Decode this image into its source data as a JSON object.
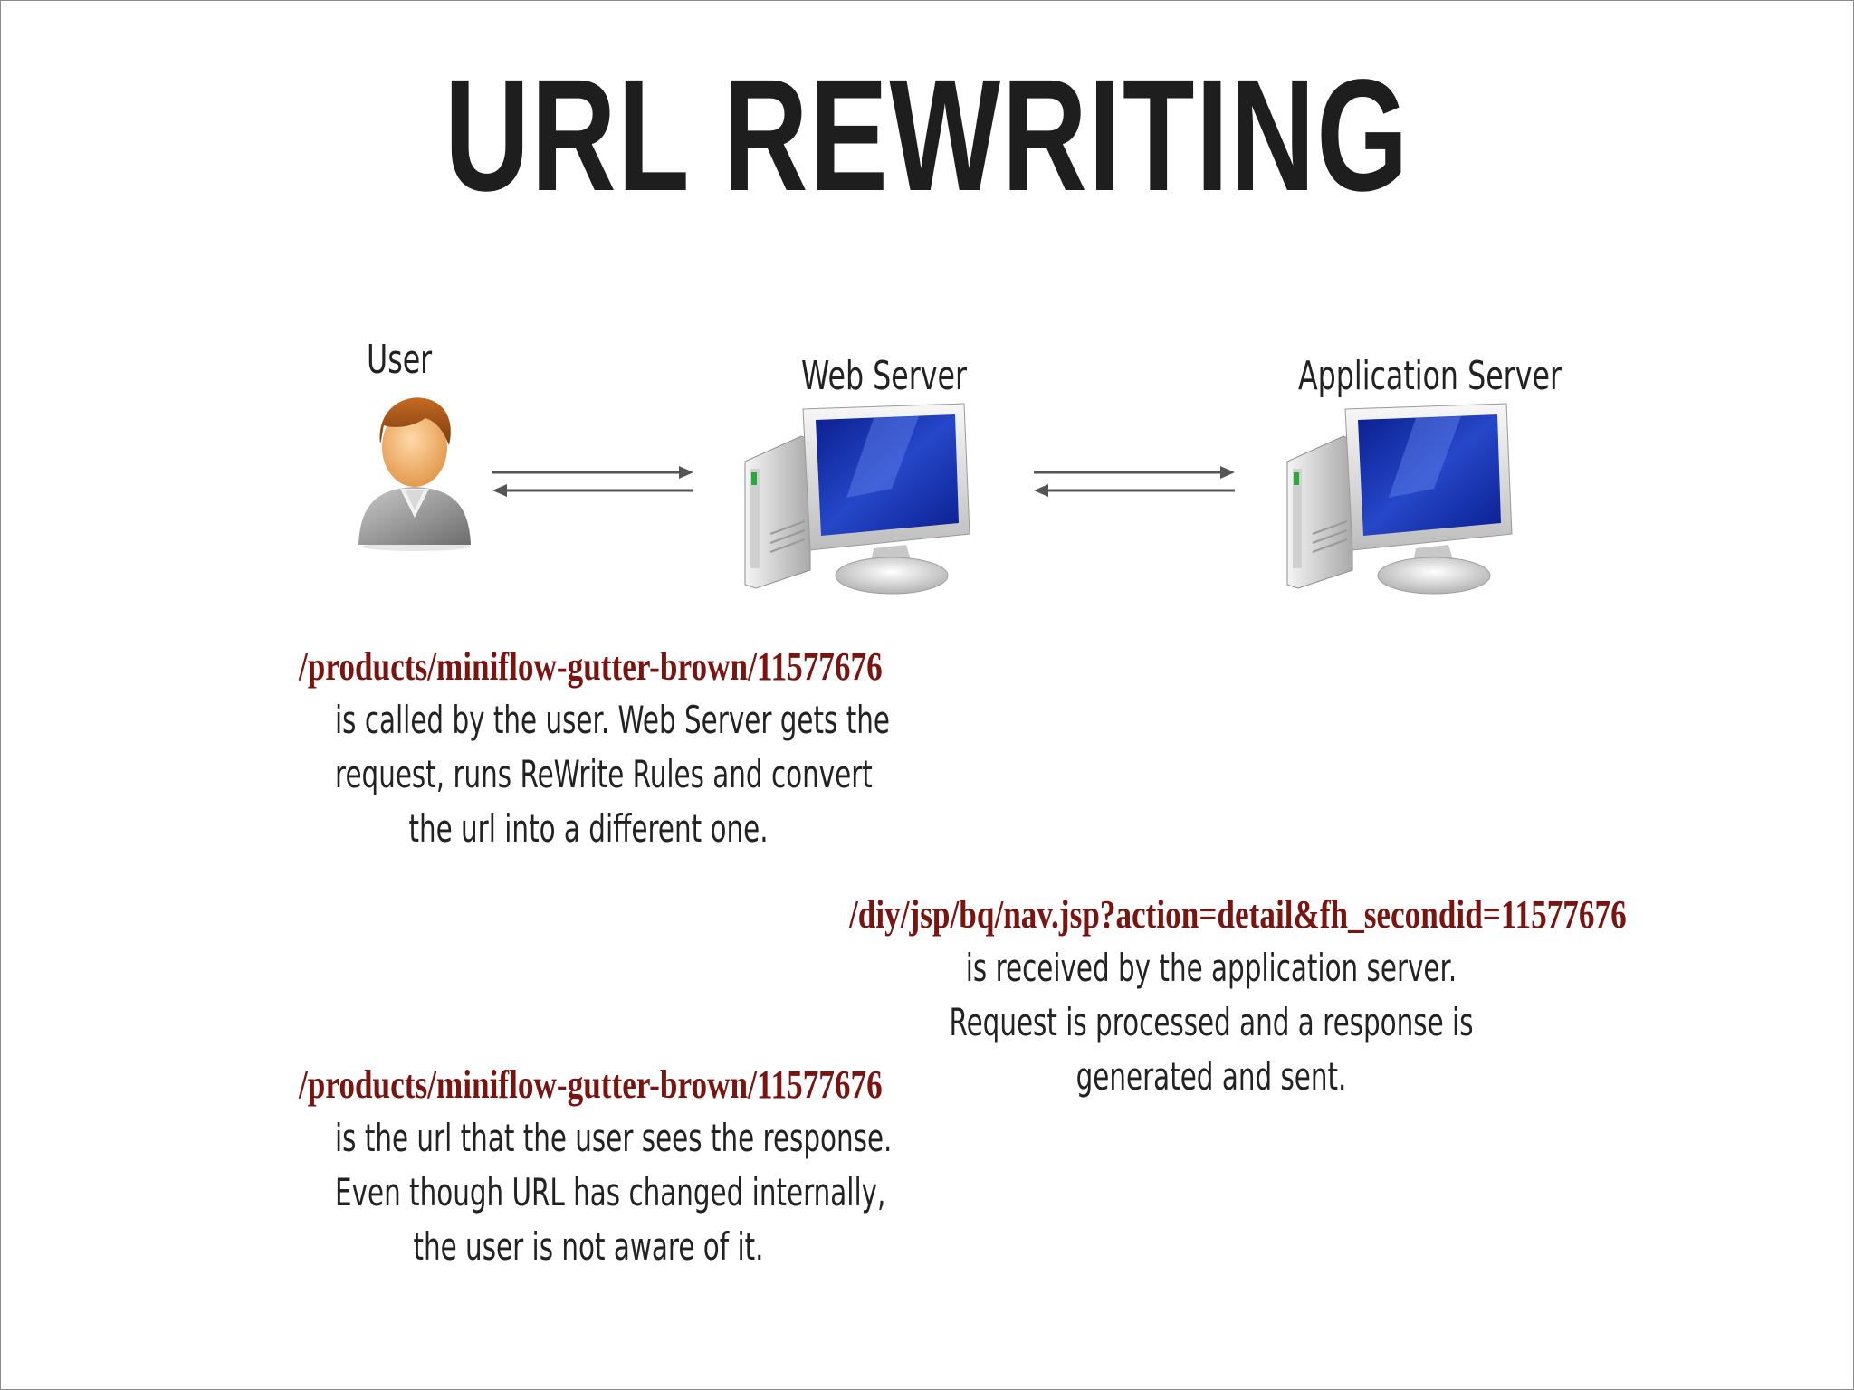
{
  "title": "URL REWRITING",
  "nodes": {
    "user": "User",
    "web_server": "Web Server",
    "app_server": "Application Server"
  },
  "steps": [
    {
      "url": "/products/miniflow-gutter-brown/11577676",
      "lines": [
        "is called by the user. Web Server gets the",
        "request, runs ReWrite Rules and convert",
        "the url into a different one."
      ]
    },
    {
      "url": "/diy/jsp/bq/nav.jsp?action=detail&fh_secondid=11577676",
      "lines": [
        "is received by the application server.",
        "Request is processed and a response is",
        "generated and sent."
      ]
    },
    {
      "url": "/products/miniflow-gutter-brown/11577676",
      "lines": [
        "is the url that the user sees the response.",
        "Even though URL has changed internally,",
        "the user is not aware of it."
      ]
    }
  ],
  "colors": {
    "url_text": "#7a1411",
    "title_text": "#1e1e1e",
    "screen_blue": "#1f3fb5",
    "arrow": "#555555"
  },
  "icons": [
    "user-person-icon",
    "web-server-computer-icon",
    "application-server-computer-icon",
    "bidirectional-arrows-icon"
  ]
}
